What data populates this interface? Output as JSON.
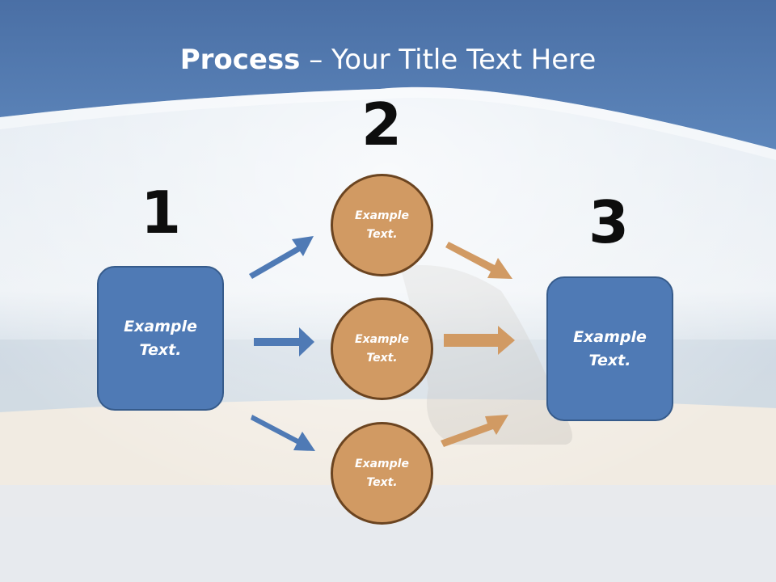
{
  "slide": {
    "title_bold": "Process",
    "title_rest": " – Your Title Text Here"
  },
  "steps": {
    "step1_number": "1",
    "step2_number": "2",
    "step3_number": "3"
  },
  "nodes": {
    "left_box": "Example\nText.",
    "circle_top": "Example\nText.",
    "circle_middle": "Example\nText.",
    "circle_bottom": "Example\nText.",
    "right_box": "Example\nText."
  },
  "colors": {
    "header_blue": "#4f7ab5",
    "box_blue": "#4f7ab5",
    "circle_tan": "#d19a63",
    "arrow_blue": "#4f7ab5",
    "arrow_tan": "#d19a63"
  }
}
